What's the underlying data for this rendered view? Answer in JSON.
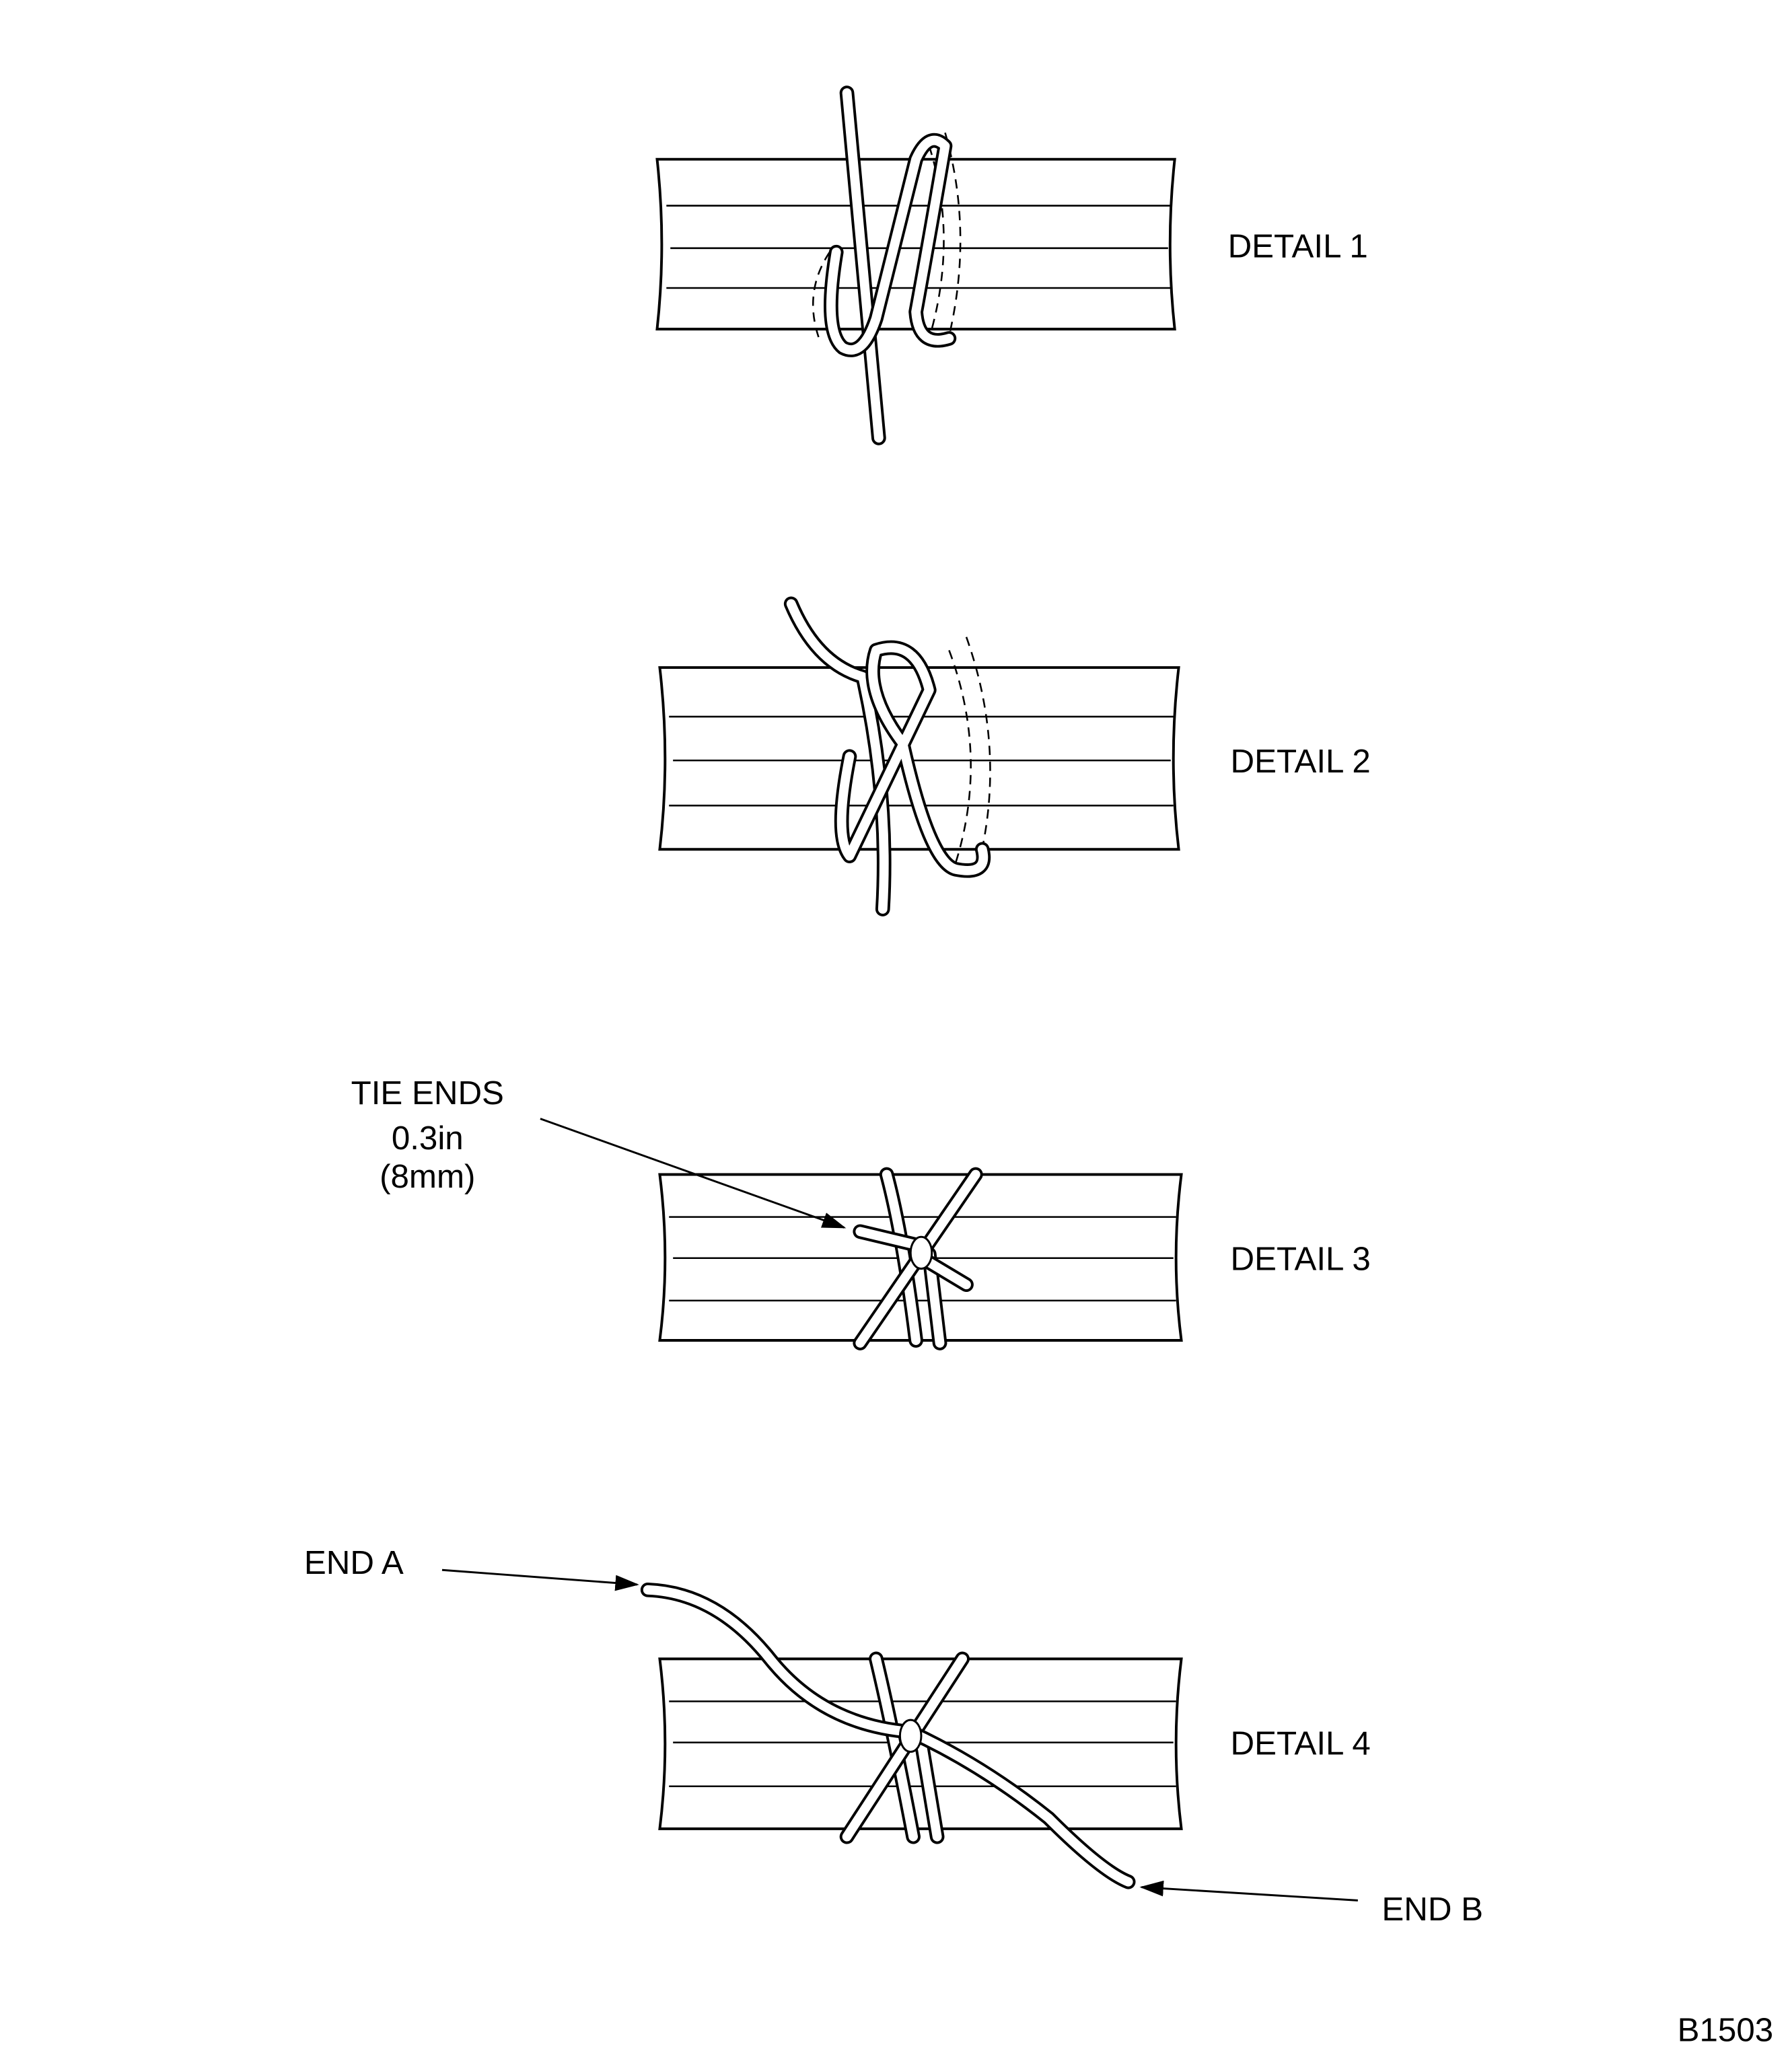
{
  "details": [
    {
      "label": "DETAIL 1"
    },
    {
      "label": "DETAIL 2"
    },
    {
      "label": "DETAIL 3"
    },
    {
      "label": "DETAIL 4"
    }
  ],
  "annotations": {
    "tie_ends_line1": "TIE ENDS",
    "tie_ends_line2": "0.3in",
    "tie_ends_line3": "(8mm)",
    "end_a": "END A",
    "end_b": "END B"
  },
  "figure_id": "B1503"
}
